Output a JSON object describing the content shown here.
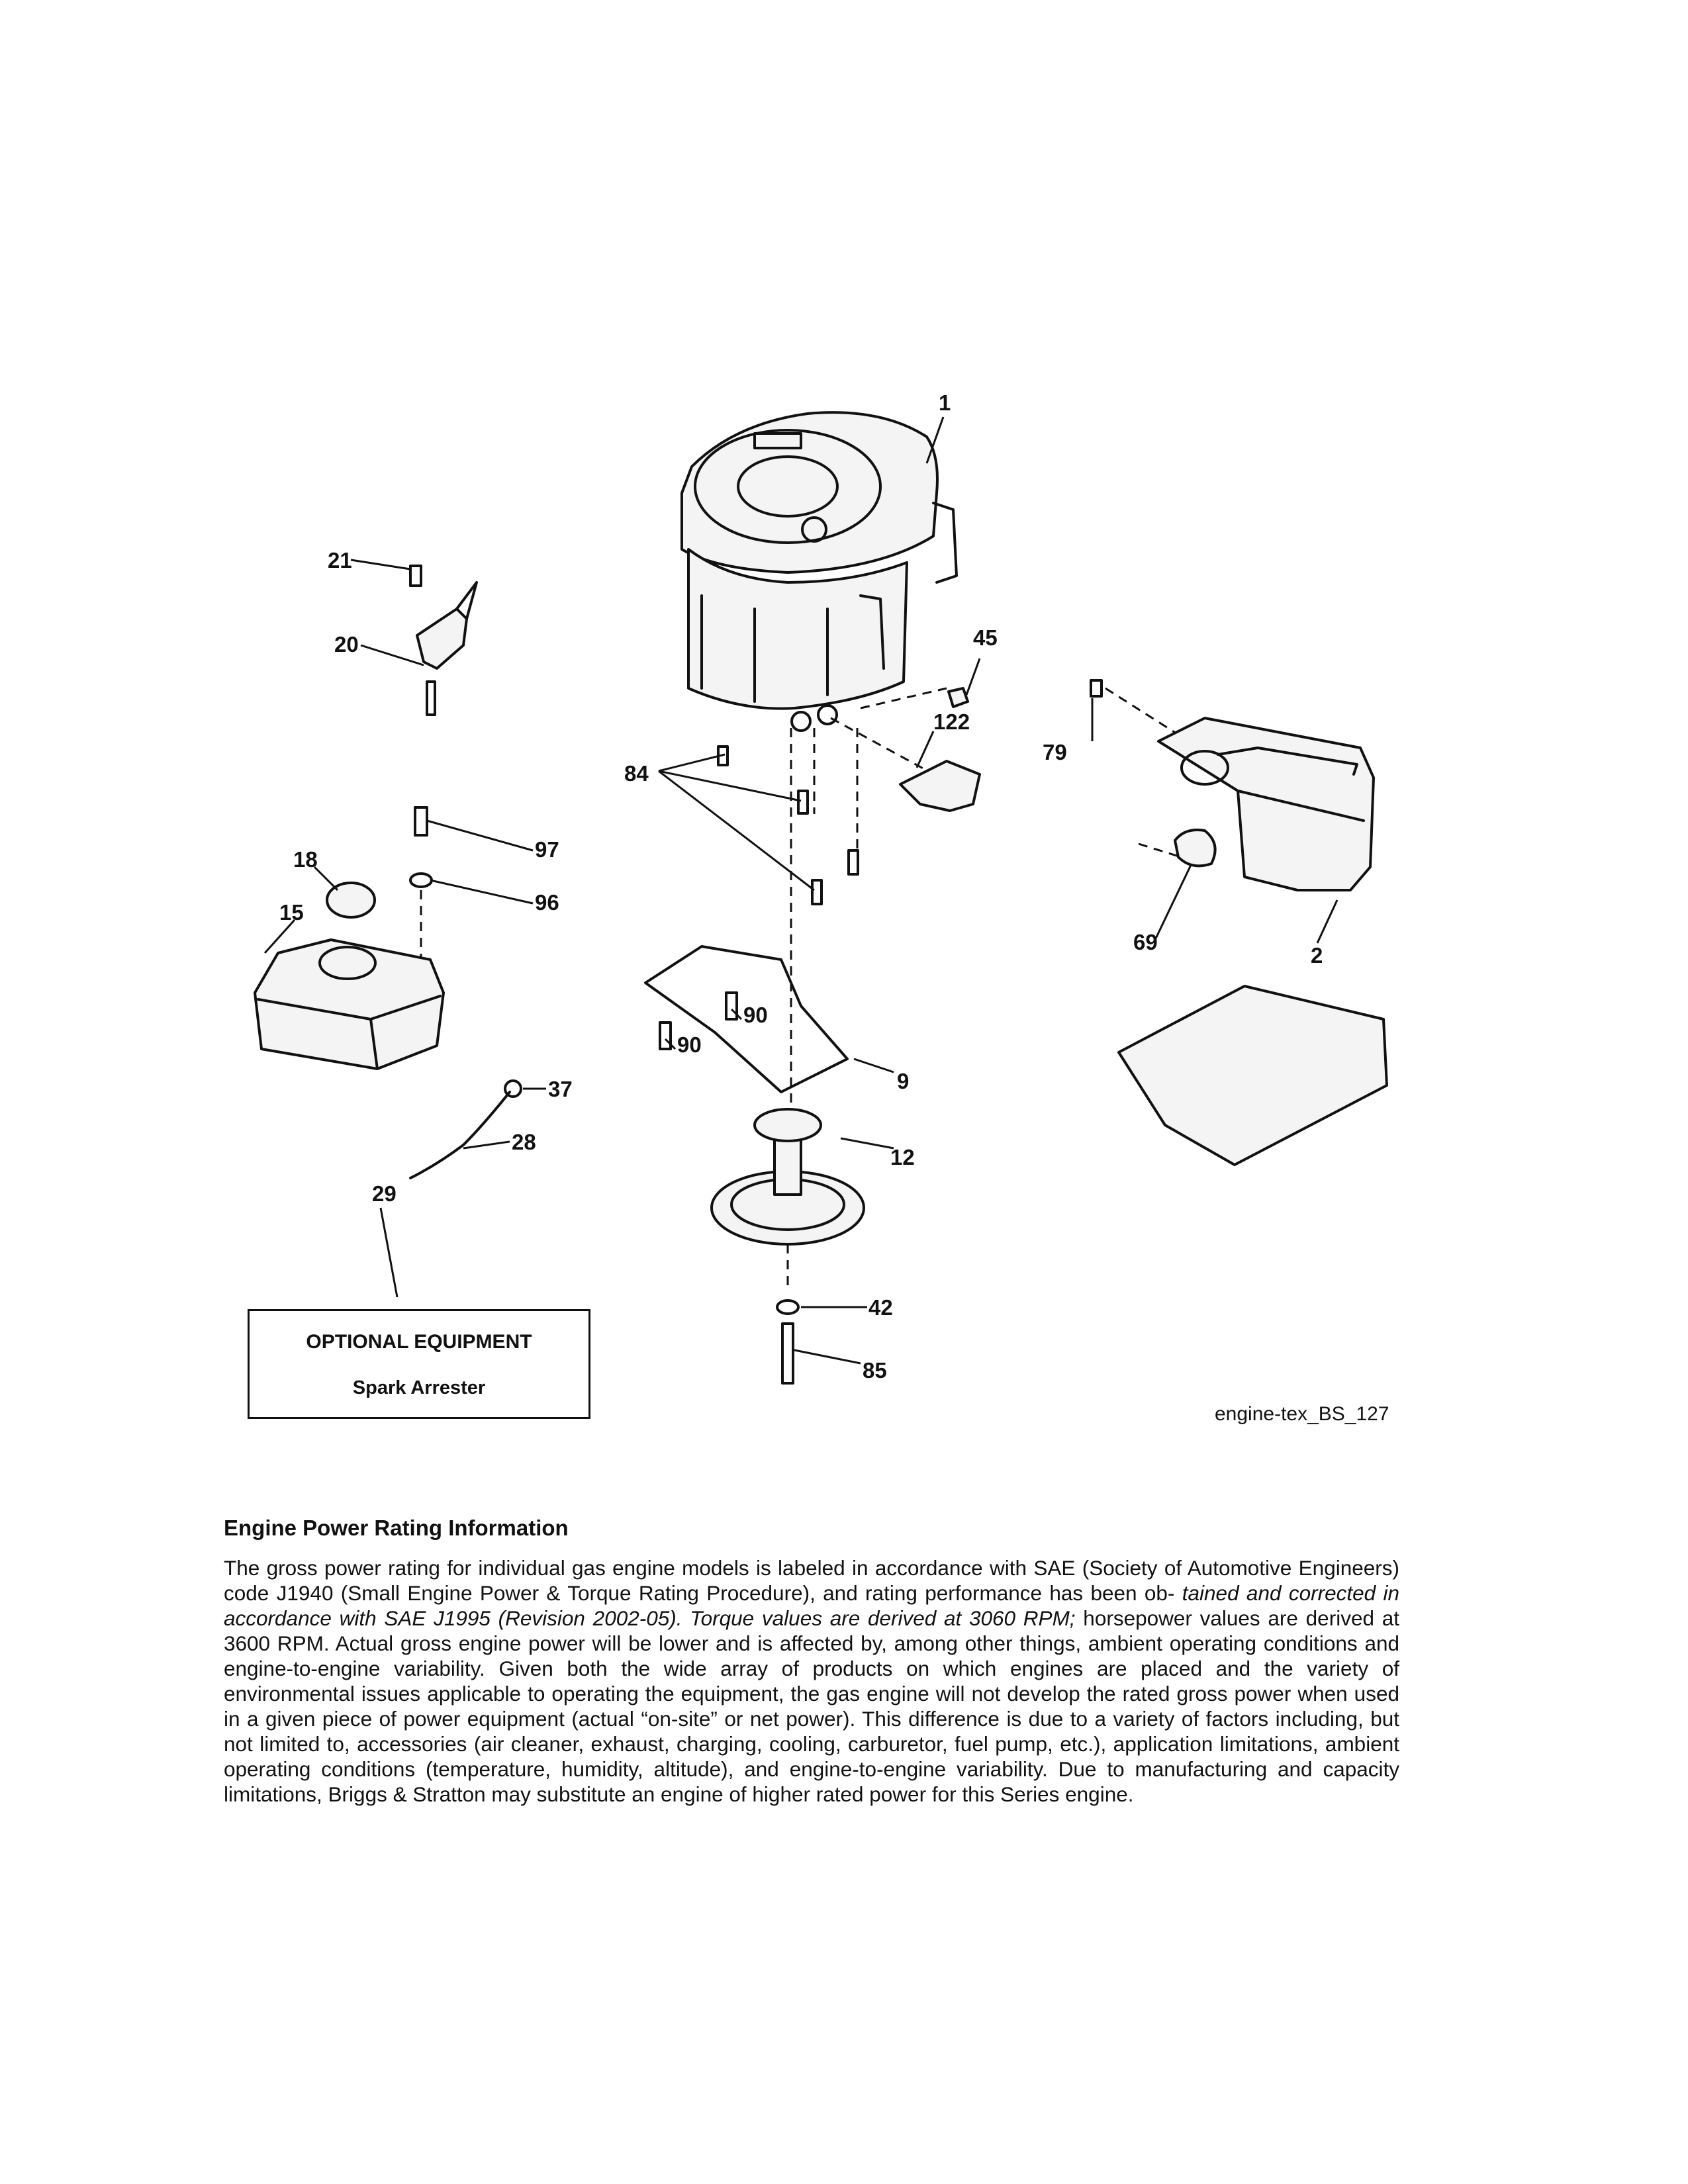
{
  "diagram": {
    "callouts": {
      "c1": "1",
      "c2": "2",
      "c9": "9",
      "c12": "12",
      "c15": "15",
      "c18": "18",
      "c20": "20",
      "c21": "21",
      "c28": "28",
      "c29": "29",
      "c37": "37",
      "c42": "42",
      "c45": "45",
      "c69": "69",
      "c79": "79",
      "c84": "84",
      "c85": "85",
      "c90a": "90",
      "c90b": "90",
      "c96": "96",
      "c97": "97",
      "c122": "122"
    },
    "optional_box": {
      "title": "OPTIONAL EQUIPMENT",
      "subtitle": "Spark Arrester"
    },
    "figure_id": "engine-tex_BS_127"
  },
  "rating_info": {
    "heading": "Engine Power Rating Information",
    "body_part1": "The gross power rating for individual gas engine models is labeled in accordance with SAE (Society of Automotive Engineers) code J1940 (Small Engine Power & Torque Rating Procedure), and rating performance has been ob-",
    "body_part2": "tained and corrected in accordance with SAE J1995 (Revision 2002-05). Torque values are derived at 3060 RPM;",
    "body_part3": "horsepower values are derived at 3600 RPM. Actual gross engine power will be lower and is affected by, among other things, ambient operating conditions and engine-to-engine variability. Given both the wide array of products on which engines are placed and the variety of environmental issues applicable to operating the equipment, the gas engine will not develop the rated gross power when used in a given piece of power equipment (actual “on-site” or net power). This difference is due to a variety of factors including, but not limited to, accessories (air cleaner, exhaust, charging, cooling, carburetor, fuel pump, etc.), application limitations, ambient operating conditions (temperature, humidity, altitude), and engine-to-engine variability. Due to manufacturing and capacity limitations, Briggs & Stratton may substitute an engine of higher rated power for this Series engine."
  }
}
